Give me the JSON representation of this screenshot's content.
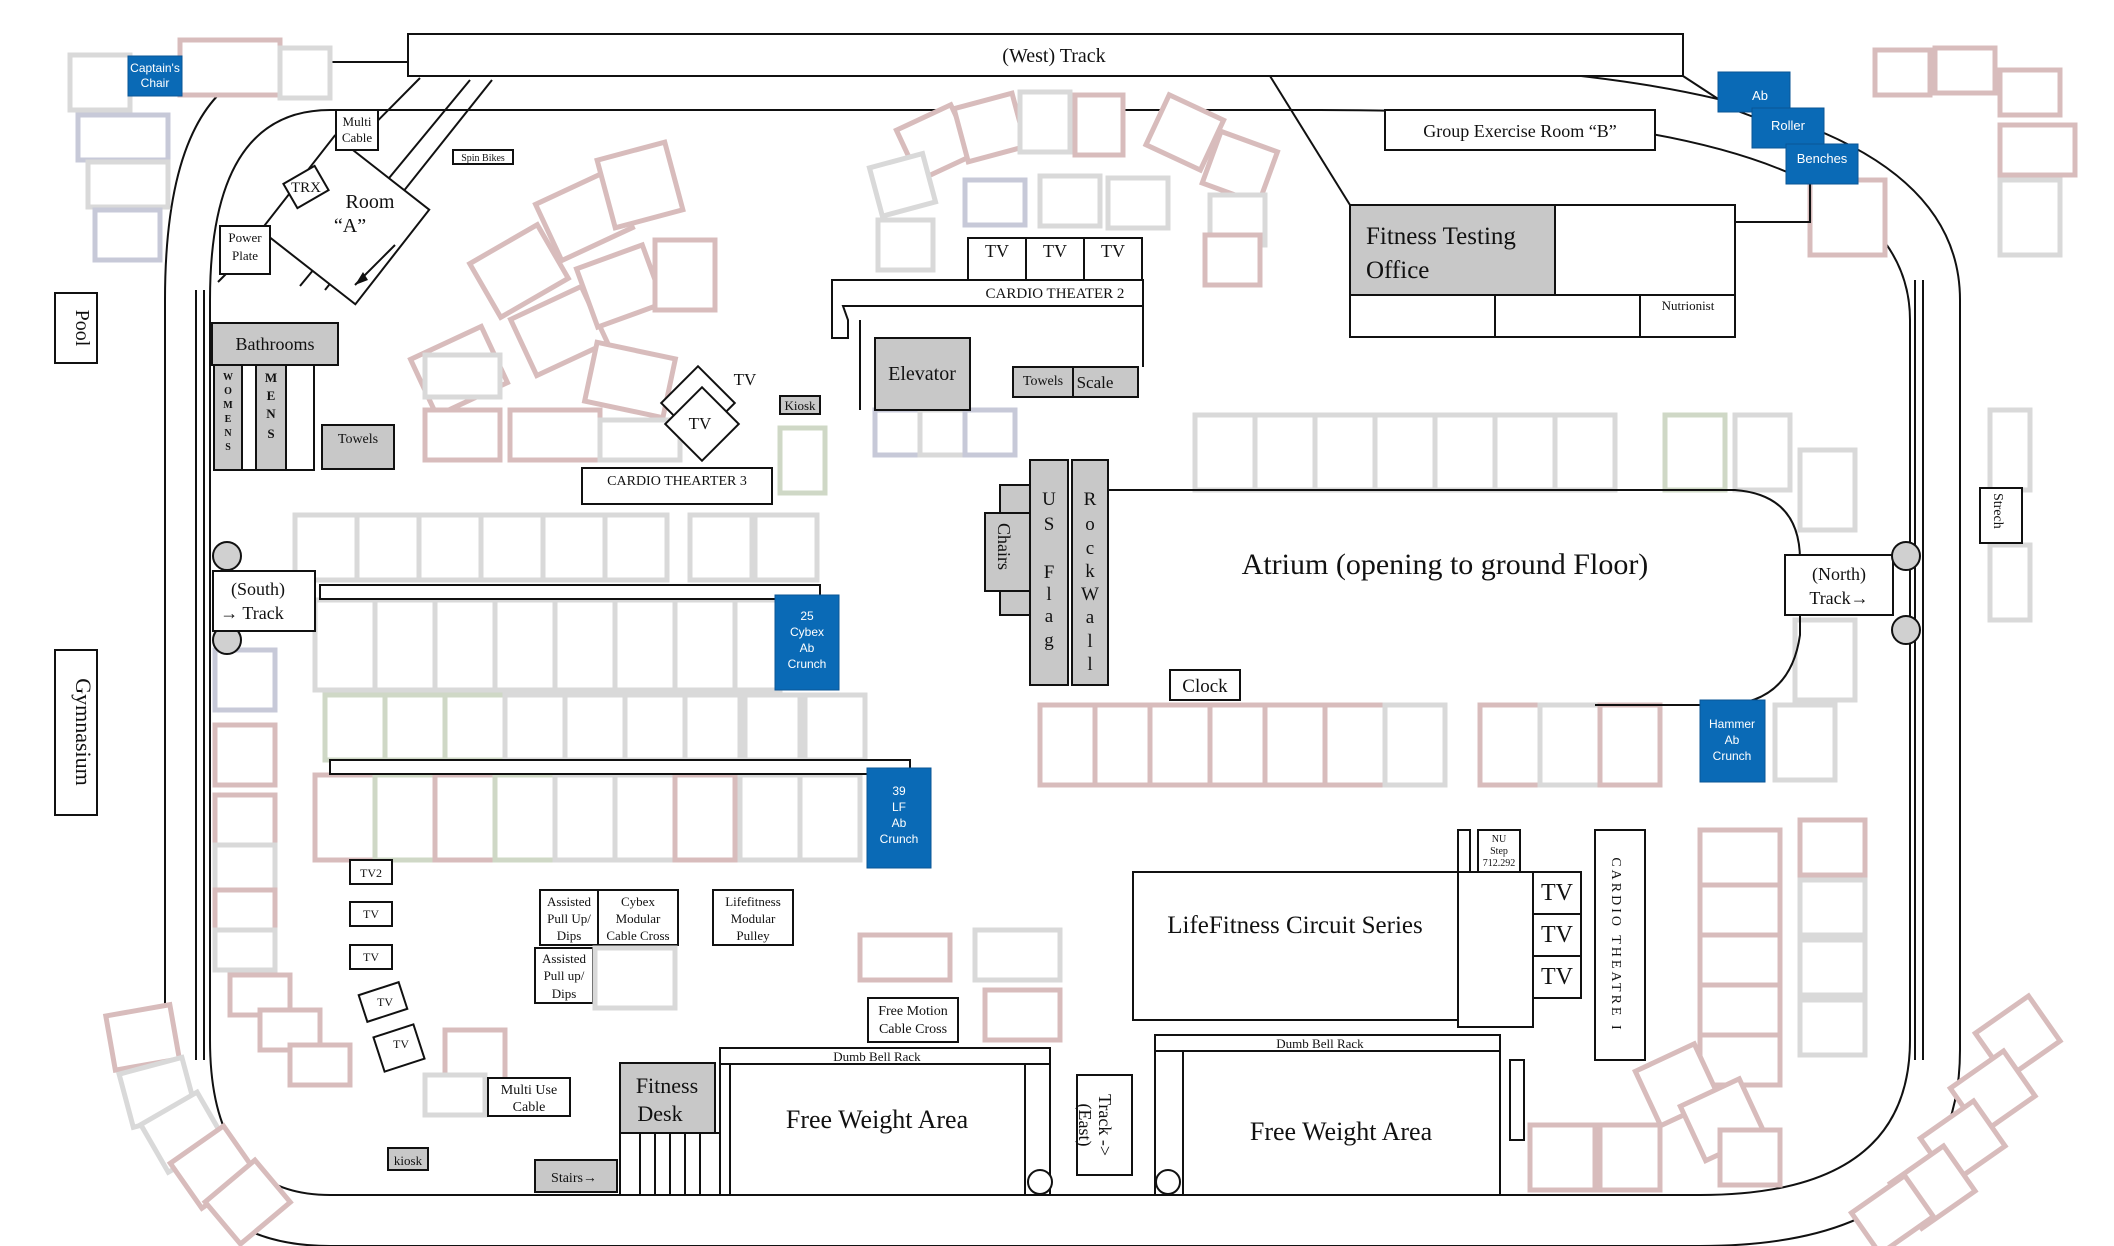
{
  "map": {
    "west_track": "(West) Track",
    "south_track": "(South)\n→ Track",
    "north_track": "(North)\nTrack→",
    "east_track": "Track ->\n(East)",
    "pool": "Pool",
    "gymnasium": "Gymnasium",
    "captains_chair": "Captain's\nChair",
    "multi_cable": "Multi\nCable",
    "spin_bikes": "Spin Bikes",
    "trx": "TRX",
    "room_a": "Room\n“A”",
    "power_plate": "Power\nPlate",
    "bathrooms": "Bathrooms",
    "womens": "WOMENS",
    "mens": "MENS",
    "towels": "Towels",
    "tv": "TV",
    "tv2": "TV2",
    "kiosk": "Kiosk",
    "kiosk_lower": "kiosk",
    "cardio_theater_3": "CARDIO THEARTER  3",
    "cardio_theater_2": "CARDIO THEATER  2",
    "cardio_theatre_1": "CARDIO THEATRE I",
    "elevator": "Elevator",
    "scale": "Scale",
    "group_exercise_b": "Group Exercise Room “B”",
    "fitness_testing_office": "Fitness Testing\nOffice",
    "nutrionist": "Nutrionist",
    "ab_roller_benches": [
      "Ab",
      "Roller",
      "Benches"
    ],
    "stretch": "Strech",
    "chairs": "Chairs",
    "us_flag": "US\nFlag",
    "rock_wall": "Rock\nWall",
    "atrium": "Atrium (opening to ground Floor)",
    "clock": "Clock",
    "cybex_ab_crunch": "25\nCybex\nAb\nCrunch",
    "lf_ab_crunch": "39\nLF\nAb\nCrunch",
    "hammer_ab_crunch": "Hammer\nAb\nCrunch",
    "assisted_pullup_1": "Assisted\nPull Up/\nDips",
    "assisted_pullup_2": "Assisted\nPull up/\nDips",
    "cybex_modular": "Cybex\nModular\nCable Cross",
    "lifefitness_modular": "Lifefitness\nModular\nPulley",
    "multi_use_cable": "Multi Use\nCable",
    "free_motion": "Free Motion\nCable Cross",
    "fitness_desk": "Fitness\nDesk",
    "stairs": "Stairs→",
    "dumb_bell_rack": "Dumb Bell Rack",
    "free_weight_area": "Free Weight Area",
    "lifefitness_circuit": "LifeFitness Circuit Series",
    "nu_step": "NU\nStep\n712.292"
  },
  "colors": {
    "accent_blue": "#0a6ab6",
    "gray_room": "#c8c8c8"
  }
}
